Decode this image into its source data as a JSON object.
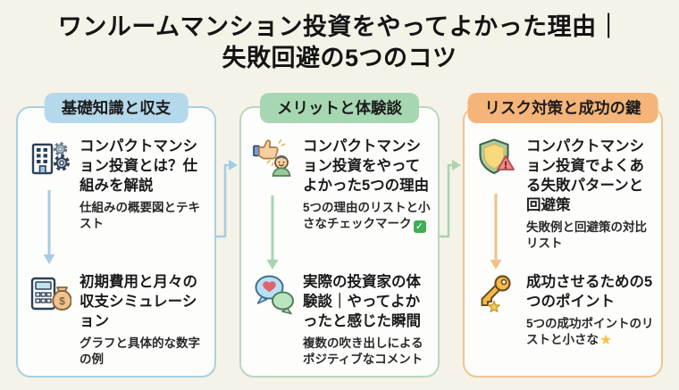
{
  "title": {
    "line1": "ワンルームマンション投資をやってよかった理由｜",
    "line2": "失敗回避の5つのコツ"
  },
  "glyphs": {
    "check": "✓",
    "star": "★"
  },
  "theme": {
    "background": "#f5f2e8",
    "col1_border": "#a9cfe3",
    "col1_badge": "#b4d9eb",
    "col1_arrow": "#a5cde4",
    "col2_border": "#b9d8bd",
    "col2_badge": "#a6d7b2",
    "col2_arrow": "#a9d4ae",
    "col3_border": "#f0c492",
    "col3_badge": "#f5b478",
    "col3_arrow": "#f0c08a"
  },
  "columns": [
    {
      "header": "基礎知識と収支",
      "items": [
        {
          "icon": "building-gears-icon",
          "title": "コンパクトマンション投資とは？仕組みを解説",
          "subtitle": "仕組みの概要図とテキスト"
        },
        {
          "icon": "calculator-moneybag-icon",
          "title": "初期費用と月々の収支シミュレーション",
          "subtitle": "グラフと具体的な数字の例"
        }
      ]
    },
    {
      "header": "メリットと体験談",
      "items": [
        {
          "icon": "thumbsup-person-icon",
          "title": "コンパクトマンション投資をやってよかった5つの理由",
          "subtitle": "5つの理由のリストと小さなチェックマーク",
          "trailing_icon": "check-icon"
        },
        {
          "icon": "speech-bubbles-heart-icon",
          "title": "実際の投資家の体験談｜やってよかったと感じた瞬間",
          "subtitle": "複数の吹き出しによるポジティブなコメント"
        }
      ]
    },
    {
      "header": "リスク対策と成功の鍵",
      "items": [
        {
          "icon": "shield-warning-icon",
          "title": "コンパクトマンション投資でよくある失敗パターンと回避策",
          "subtitle": "失敗例と回避策の対比リスト"
        },
        {
          "icon": "key-star-icon",
          "title": "成功させるための5つのポイント",
          "subtitle": "5つの成功ポイントのリストと小さな",
          "trailing_icon": "star-icon"
        }
      ]
    }
  ]
}
